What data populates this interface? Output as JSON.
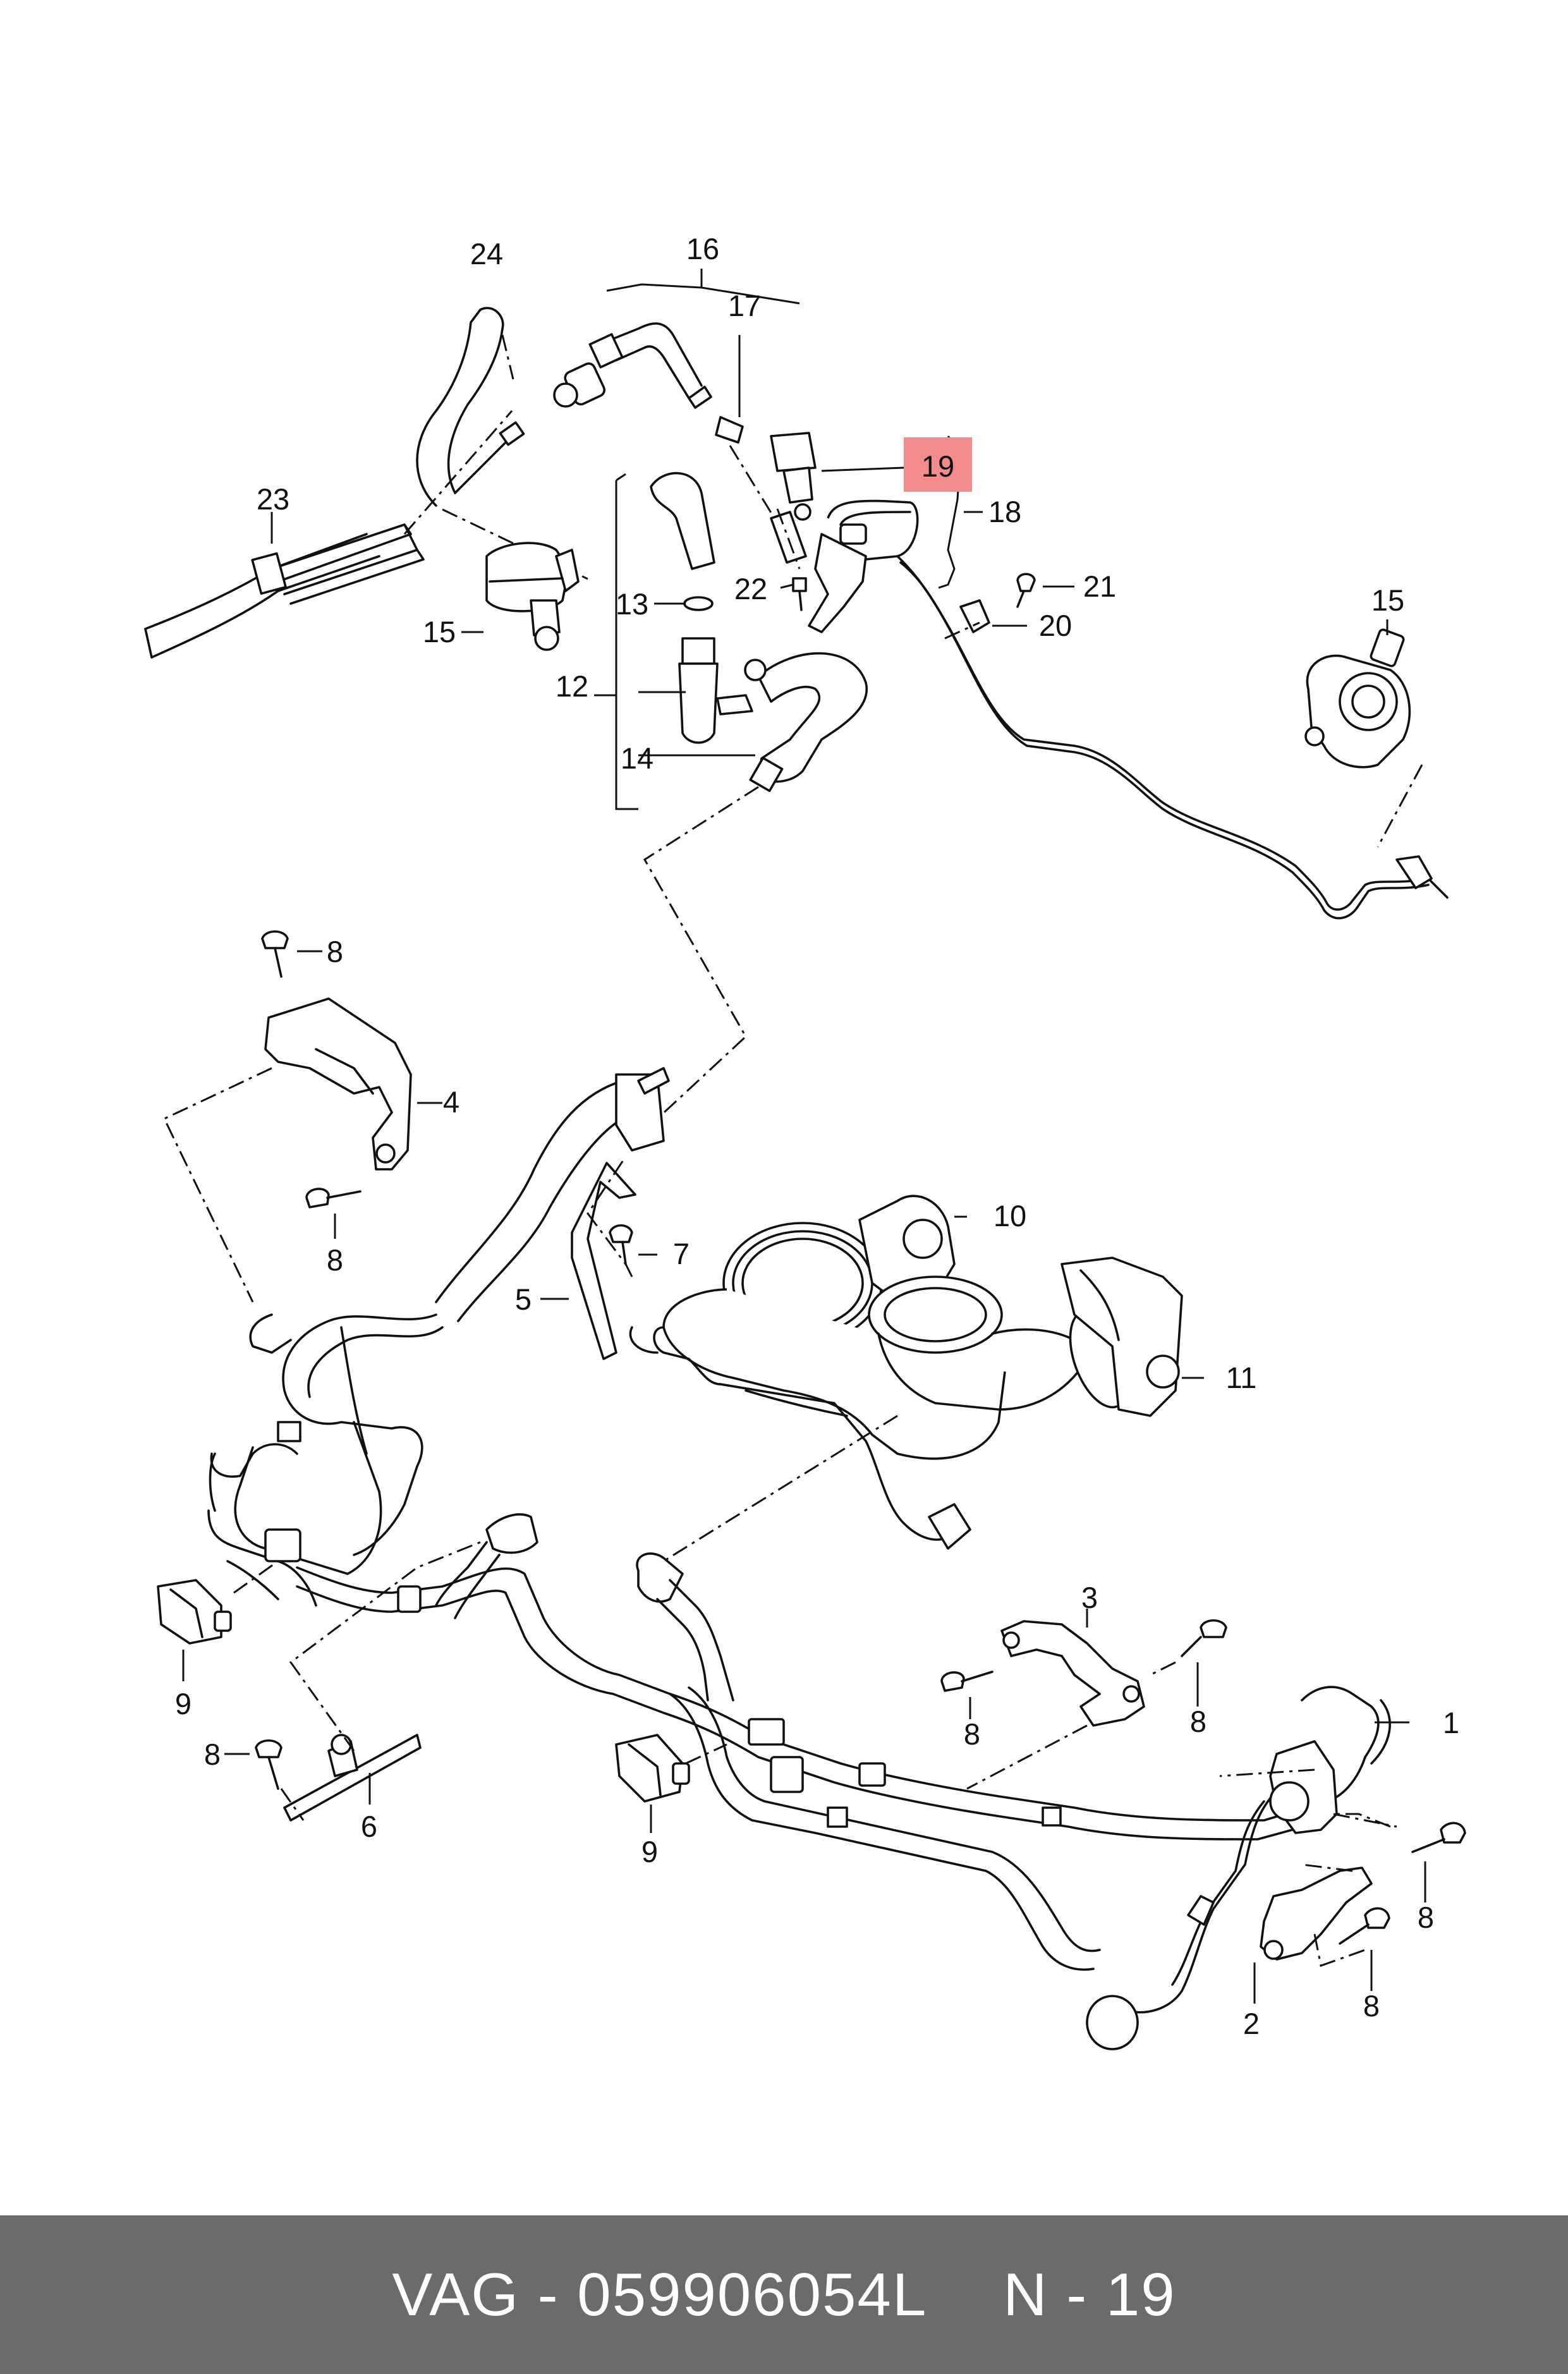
{
  "diagram": {
    "callouts": [
      "1",
      "2",
      "3",
      "4",
      "5",
      "6",
      "7",
      "8",
      "9",
      "10",
      "11",
      "12",
      "13",
      "14",
      "15",
      "16",
      "17",
      "18",
      "19",
      "20",
      "21",
      "22",
      "23",
      "24"
    ],
    "highlighted_callout": "19",
    "highlight_color": "#f28b8b"
  },
  "footer": {
    "part_number": "VAG - 059906054L",
    "position": "N - 19",
    "background_color": "#6b6b6b"
  }
}
